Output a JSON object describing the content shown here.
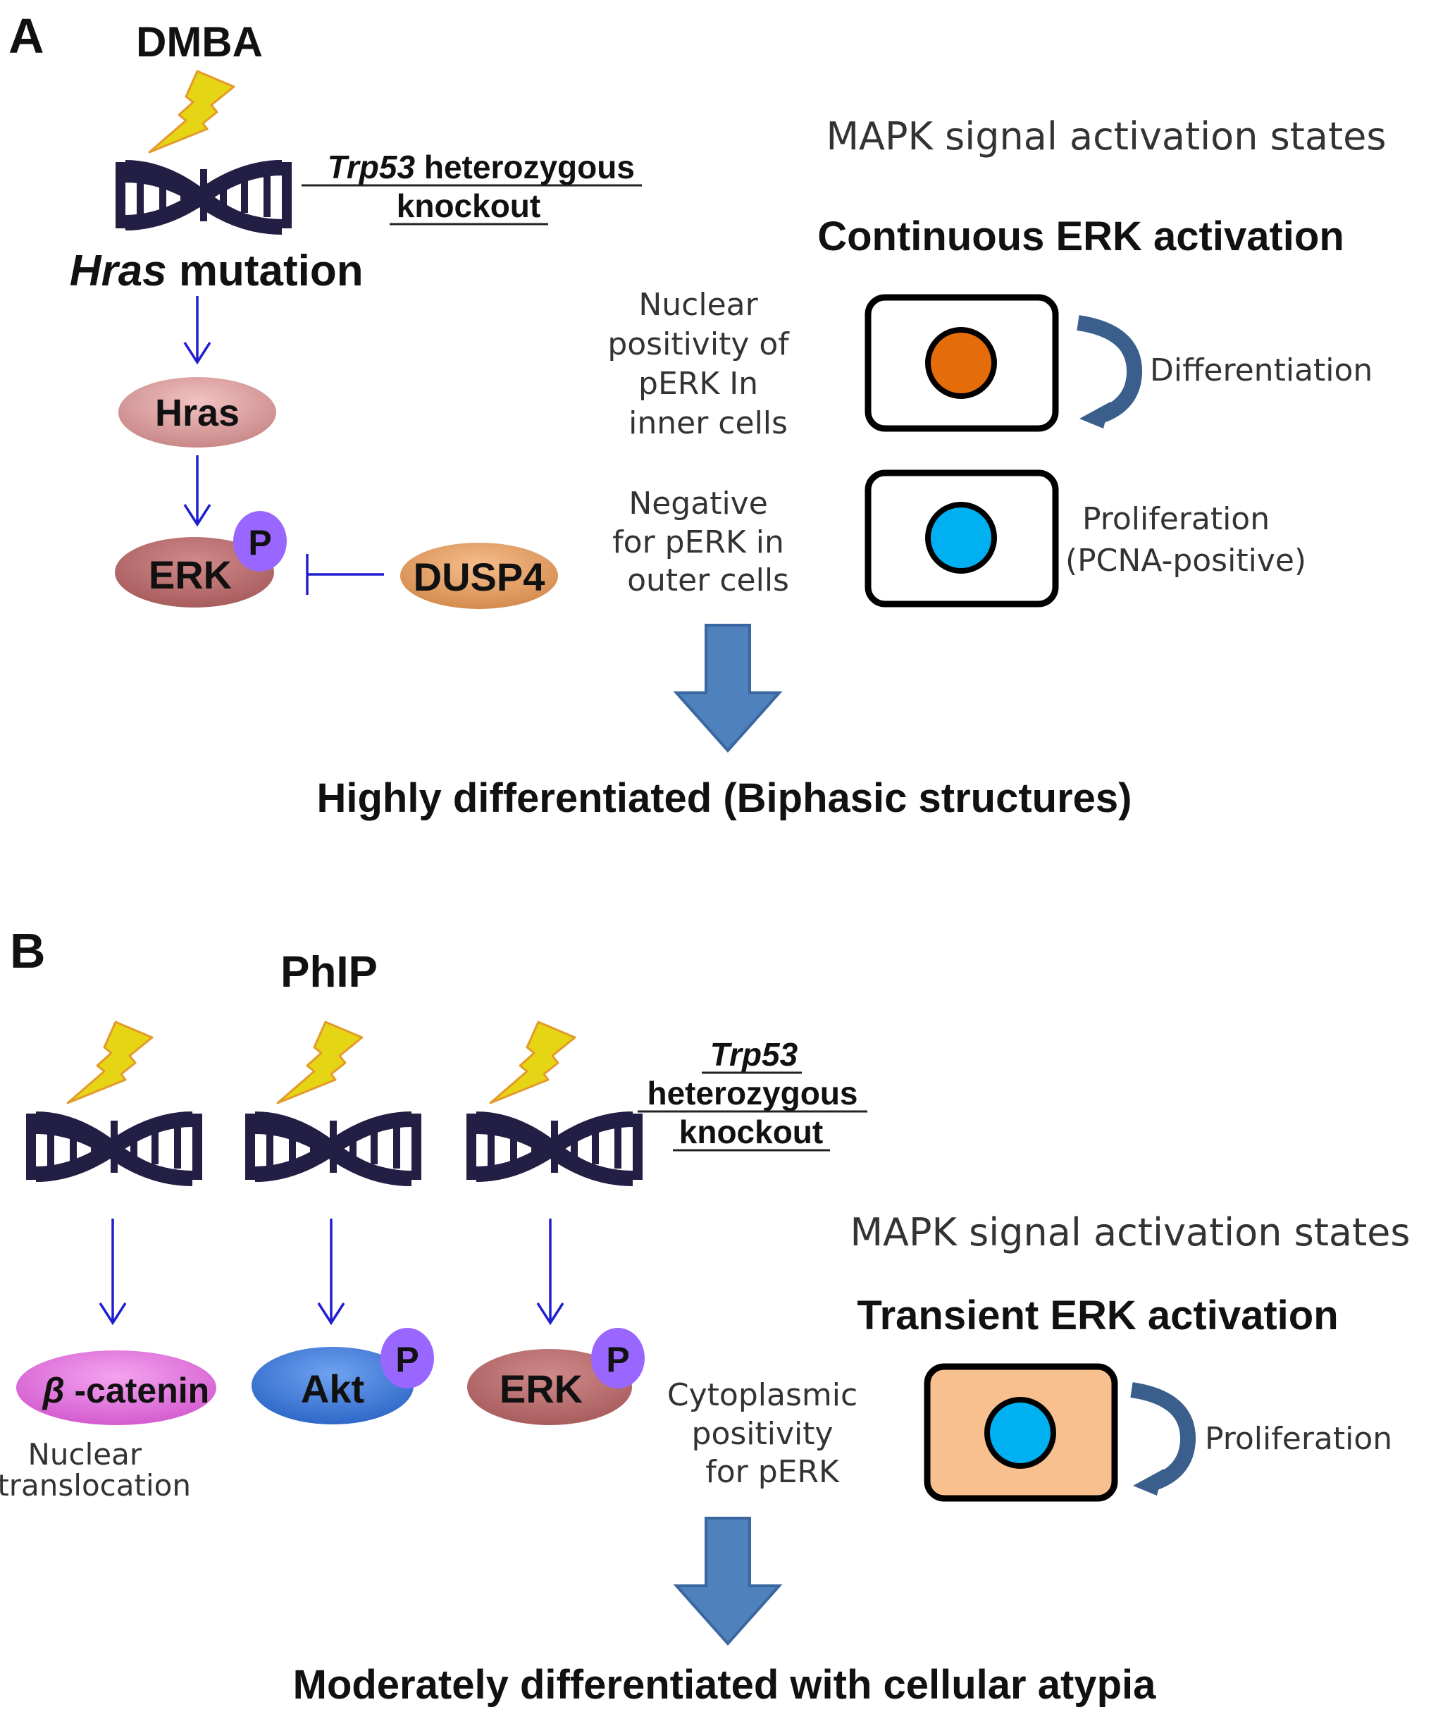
{
  "colors": {
    "arrow_blue": "#1f1fd0",
    "dna_navy": "#221e44",
    "bolt_yellow": "#e6d514",
    "bolt_outline": "#e39a2a",
    "hras_fill": "#e4a6a6",
    "erk_fill": "#c47878",
    "dusp4_fill": "#eda86f",
    "phospho_purple": "#9966ff",
    "catenin_fill": "#e77de3",
    "akt_fill": "#4a86e8",
    "nucleus_orange": "#e46c0a",
    "nucleus_blue": "#00b0f0",
    "cytoplasm_peach": "#f8c08e",
    "big_arrow_blue": "#4f81bd",
    "curved_arrow": "#3a5f8c"
  },
  "panel_a": {
    "label": "A",
    "agent": "DMBA",
    "trp53_italic": "Trp53",
    "trp53_rest": " heterozygous",
    "trp53_line2": "knockout",
    "mutation_italic": "Hras",
    "mutation_rest": " mutation",
    "nodes": {
      "hras": "Hras",
      "erk": "ERK",
      "phospho": "P",
      "dusp4": "DUSP4"
    },
    "mapk_title": "MAPK signal activation states",
    "state_title": "Continuous ERK activation",
    "cells": [
      {
        "description_lines": [
          "Nuclear",
          "positivity of",
          "pERK In",
          "inner cells"
        ],
        "outcome_lines": [
          "Differentiation"
        ],
        "nucleus": "orange"
      },
      {
        "description_lines": [
          "Negative",
          "for pERK in",
          "outer cells"
        ],
        "outcome_lines": [
          "Proliferation",
          "(PCNA-positive)"
        ],
        "nucleus": "blue"
      }
    ],
    "result": "Highly differentiated (Biphasic structures)"
  },
  "panel_b": {
    "label": "B",
    "agent": "PhIP",
    "trp53_line1": "Trp53",
    "trp53_line2": "heterozygous",
    "trp53_line3": "knockout",
    "nodes": {
      "catenin_beta": "β",
      "catenin_rest": " -catenin",
      "akt": "Akt",
      "erk": "ERK",
      "phospho": "P"
    },
    "catenin_note_lines": [
      "Nuclear",
      "translocation"
    ],
    "mapk_title": "MAPK signal activation states",
    "state_title": "Transient ERK activation",
    "cell": {
      "description_lines": [
        "Cytoplasmic",
        "positivity",
        "for pERK"
      ],
      "outcome": "Proliferation"
    },
    "result": "Moderately differentiated with cellular atypia"
  }
}
